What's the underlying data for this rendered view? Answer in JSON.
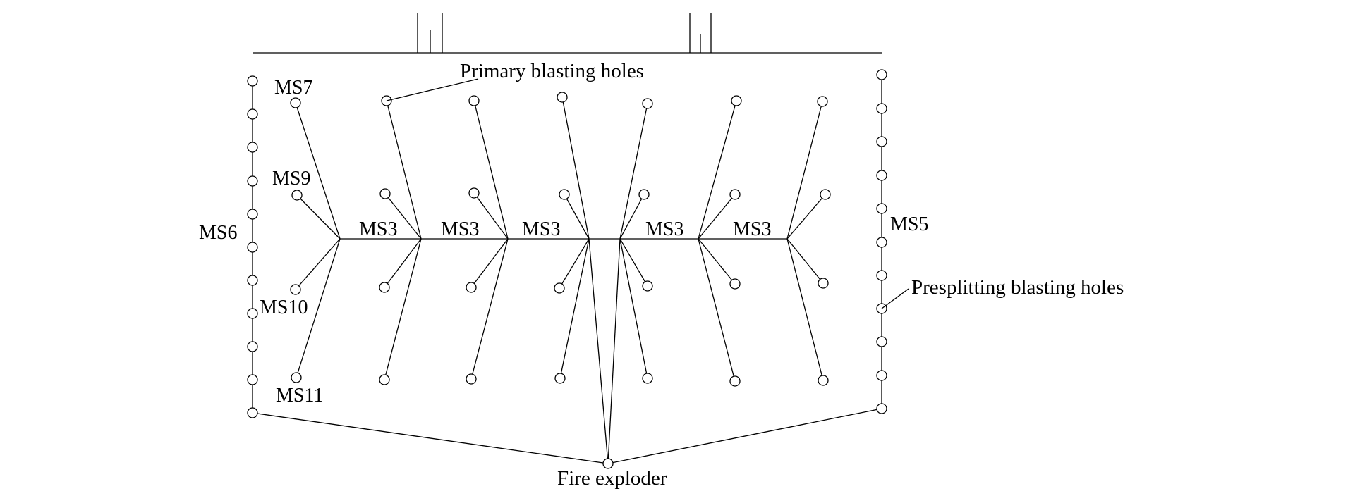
{
  "labels": {
    "primary": "Primary blasting holes",
    "presplitting": "Presplitting blasting holes",
    "fire_exploder": "Fire exploder",
    "left_side_delay": "MS6",
    "right_side_delay": "MS5",
    "row1_delay": "MS7",
    "row2_delay": "MS9",
    "row3_delay": "MS10",
    "row4_delay": "MS11",
    "segment_delays": [
      "MS3",
      "MS3",
      "MS3",
      "MS3",
      "MS3"
    ]
  }
}
